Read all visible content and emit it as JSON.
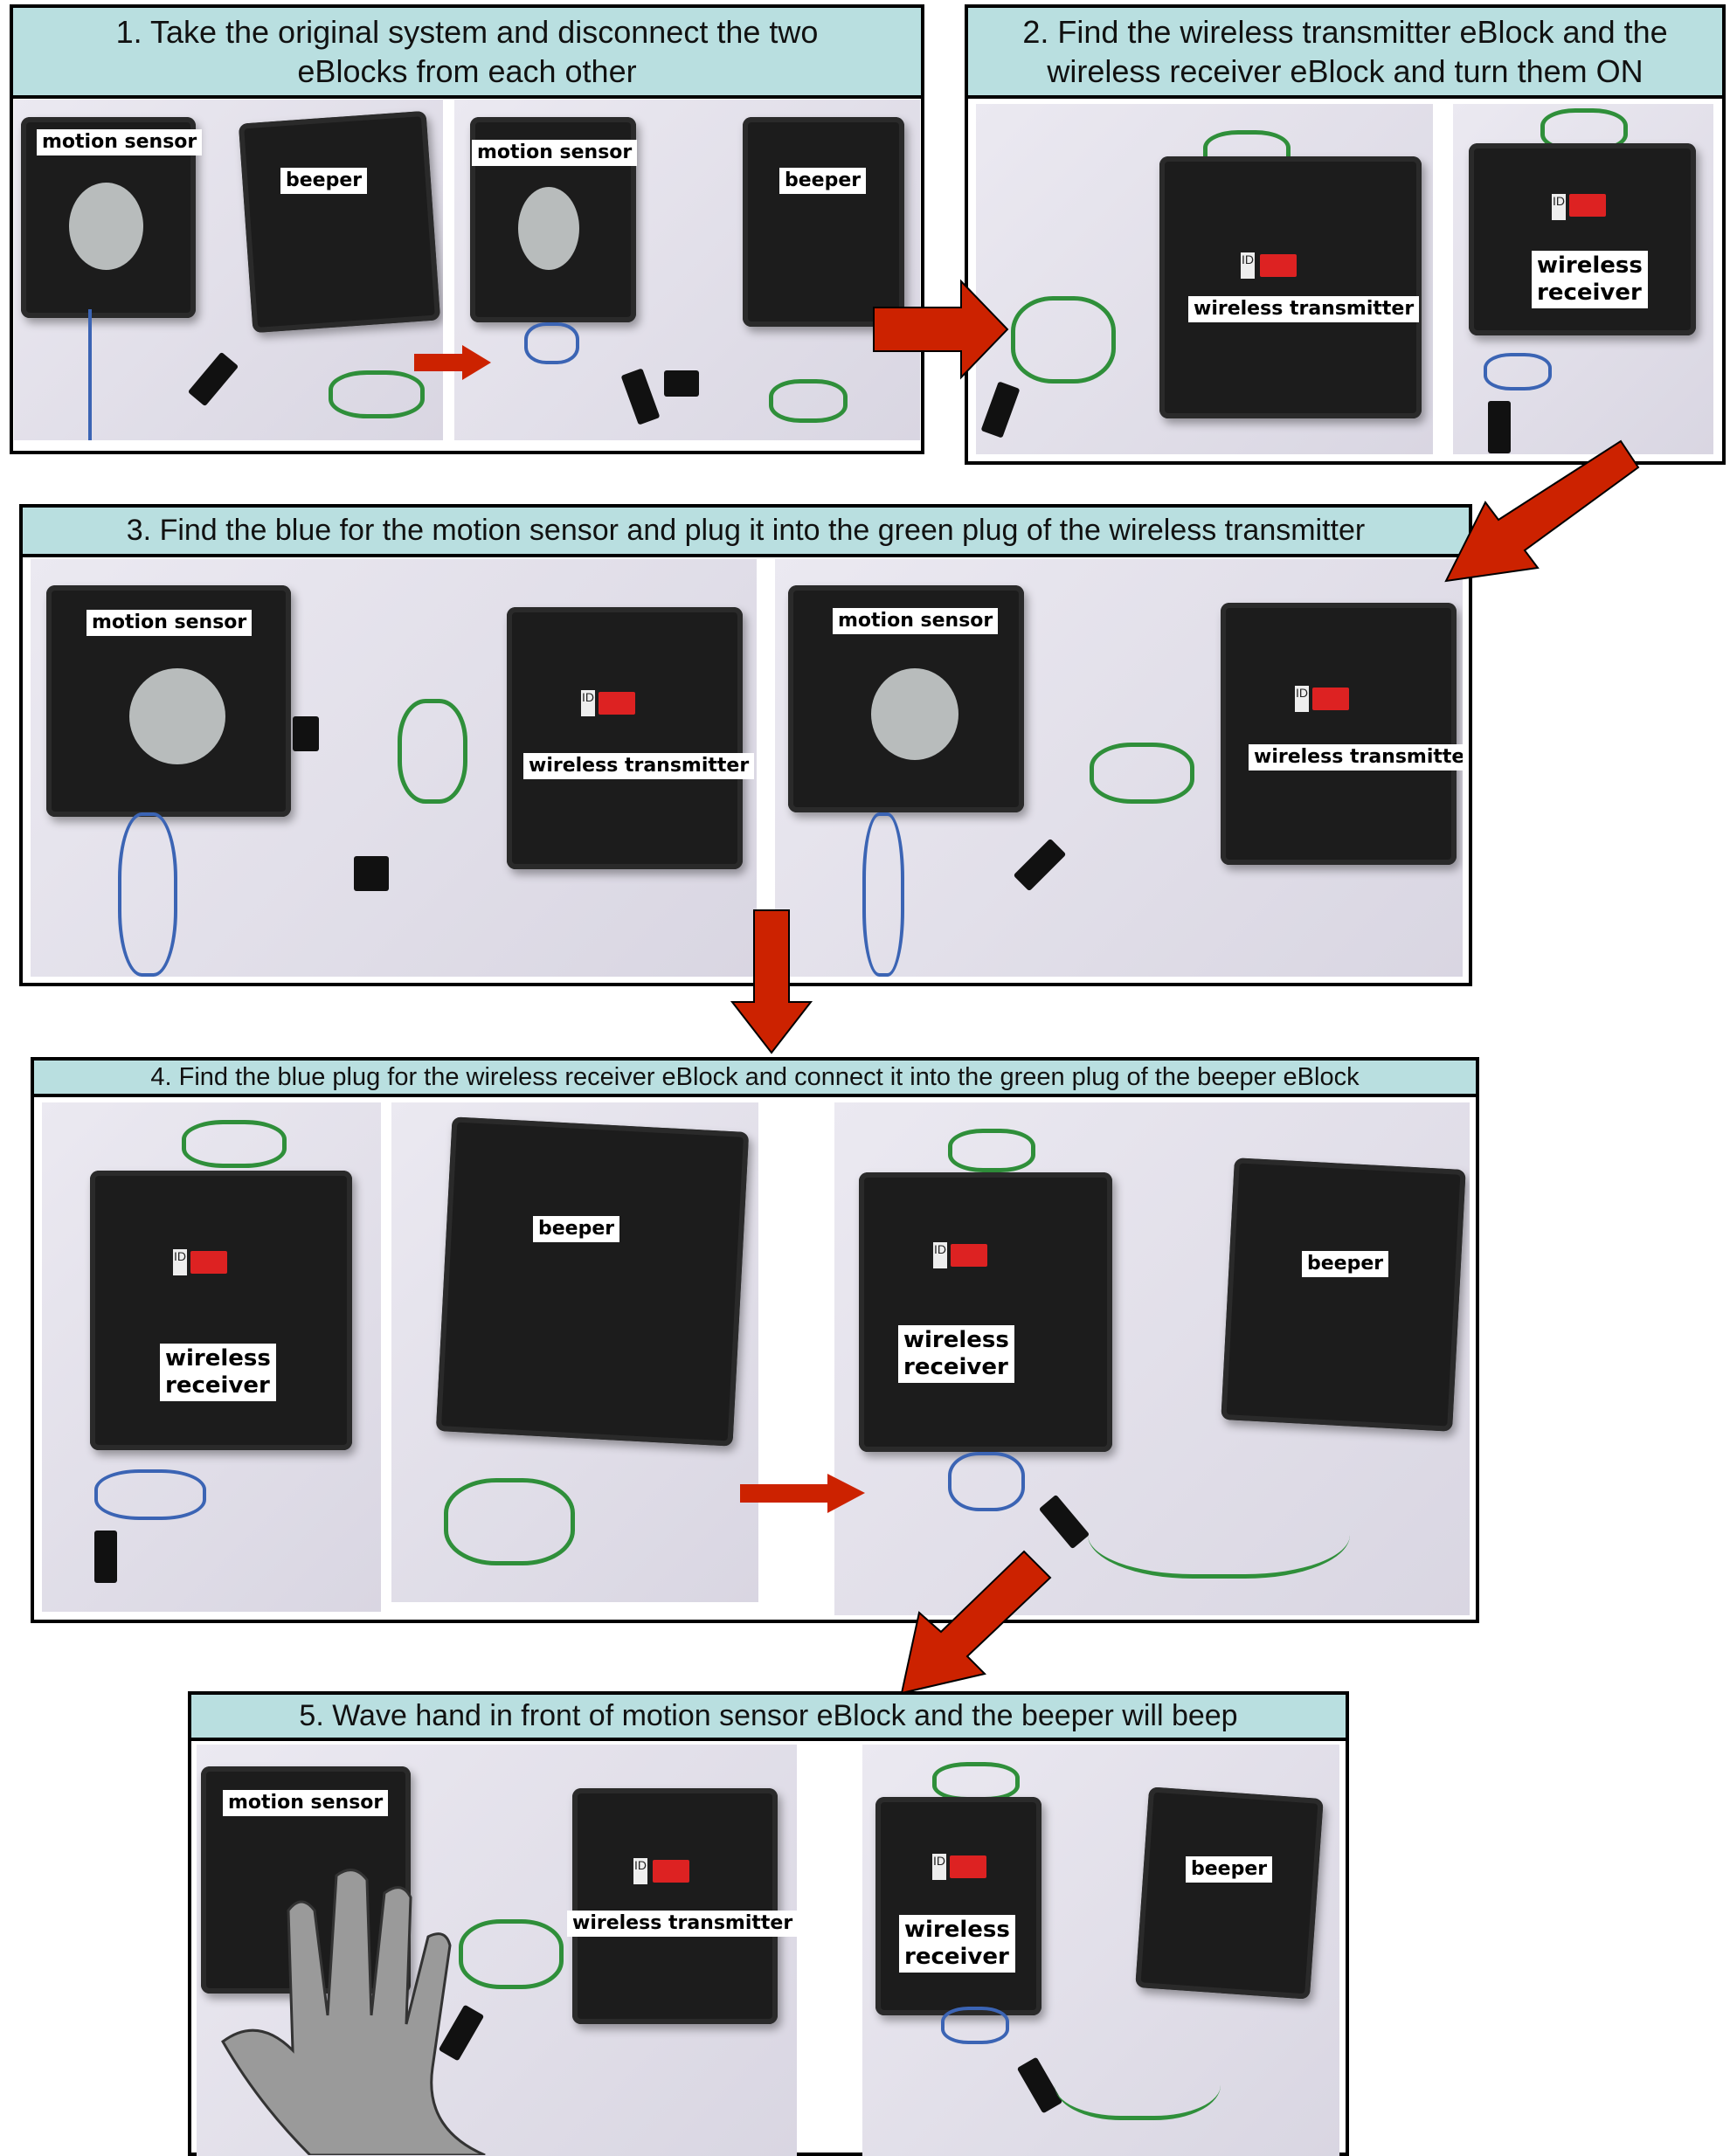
{
  "steps": [
    {
      "title_line1": "1.  Take the original system and disconnect the two",
      "title_line2": "eBlocks from each other",
      "labels": {
        "motion_sensor": "motion sensor",
        "beeper": "beeper"
      }
    },
    {
      "title_line1": "2. Find the wireless transmitter eBlock and the",
      "title_line2": "wireless receiver eBlock and turn them ON",
      "labels": {
        "wireless_transmitter": "wireless transmitter",
        "wireless": "wireless",
        "receiver": "receiver",
        "id": "ID"
      }
    },
    {
      "title": "3. Find the blue for the motion sensor and plug it into the green plug of the wireless transmitter",
      "labels": {
        "motion_sensor": "motion sensor",
        "wireless_transmitter": "wireless transmitter",
        "id": "ID"
      }
    },
    {
      "title": "4. Find the blue plug for the wireless receiver eBlock and connect it into the green plug of the beeper eBlock",
      "labels": {
        "wireless": "wireless",
        "receiver": "receiver",
        "beeper": "beeper",
        "id": "ID"
      }
    },
    {
      "title": "5. Wave hand in front of motion sensor eBlock and the beeper will beep",
      "labels": {
        "motion_sensor": "motion sensor",
        "wireless_transmitter": "wireless transmitter",
        "wireless": "wireless",
        "receiver": "receiver",
        "beeper": "beeper",
        "id": "ID"
      }
    }
  ],
  "colors": {
    "header_bg": "#b9dfe0",
    "arrow": "#cc2200"
  }
}
